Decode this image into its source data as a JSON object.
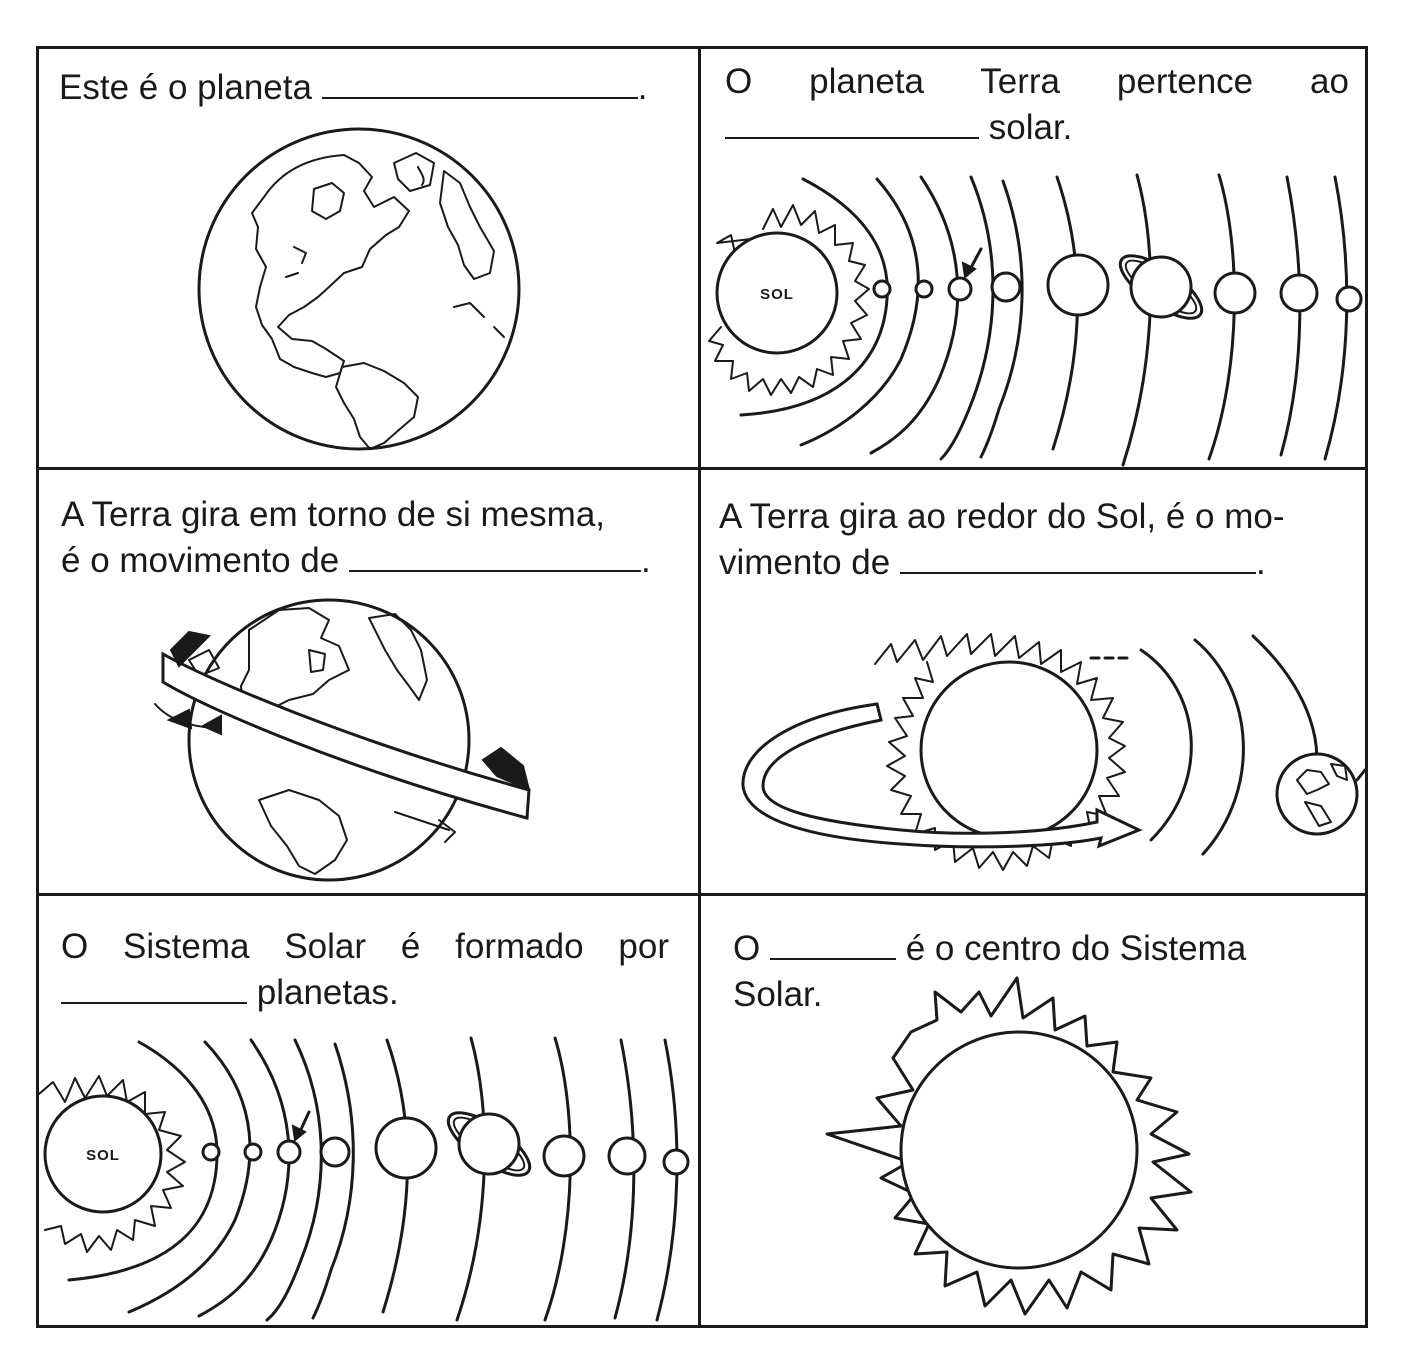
{
  "worksheet": {
    "q1": {
      "before": "Este é o planeta",
      "after": "."
    },
    "q2": {
      "line1": "O planeta Terra pertence ao",
      "after": "solar."
    },
    "q3": {
      "line1": "A Terra gira em torno de si mesma,",
      "before": "é o movimento de",
      "after": "."
    },
    "q4": {
      "line1": "A Terra gira ao redor do Sol, é o mo-",
      "before": "vimento de",
      "after": "."
    },
    "q5": {
      "line1": "O Sistema Solar é formado por",
      "after": "planetas."
    },
    "q6": {
      "before": "O",
      "after": "é o centro do Sistema",
      "line2": "Solar."
    },
    "sun_label": "SOL"
  }
}
